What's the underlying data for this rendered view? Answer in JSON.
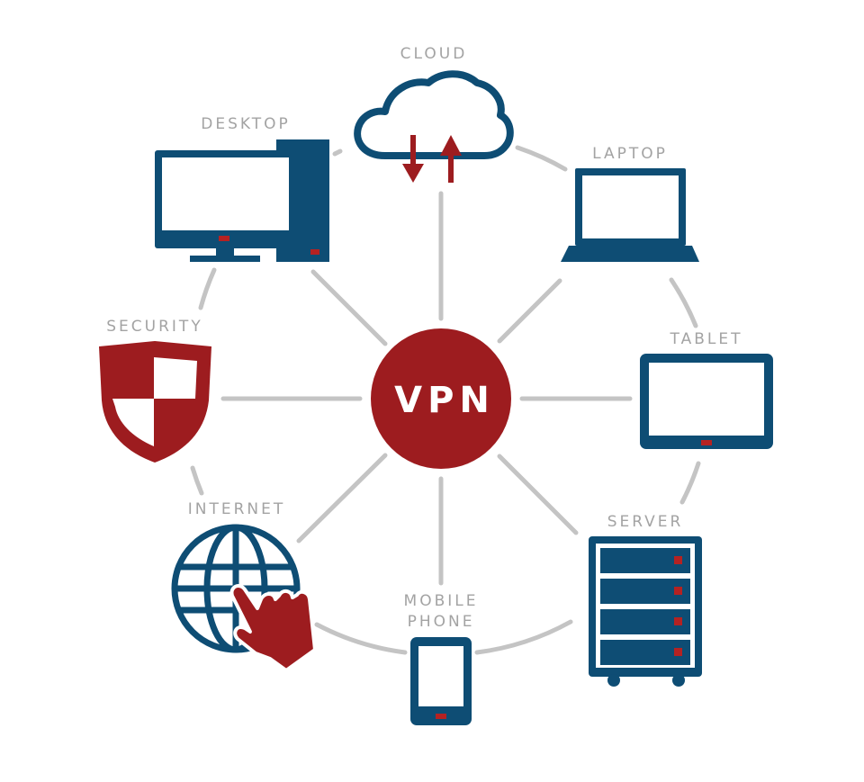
{
  "hub": {
    "label": "VPN"
  },
  "nodes": {
    "cloud": {
      "label": "CLOUD"
    },
    "desktop": {
      "label": "DESKTOP"
    },
    "laptop": {
      "label": "LAPTOP"
    },
    "security": {
      "label": "SECURITY"
    },
    "tablet": {
      "label": "TABLET"
    },
    "internet": {
      "label": "INTERNET"
    },
    "server": {
      "label": "SERVER"
    },
    "mobile": {
      "label_line1": "MOBILE",
      "label_line2": "PHONE"
    }
  },
  "colors": {
    "accent_red": "#9d1c1f",
    "device_blue": "#0e4d74",
    "connector_gray": "#c4c4c4",
    "label_gray": "#a3a3a3"
  }
}
